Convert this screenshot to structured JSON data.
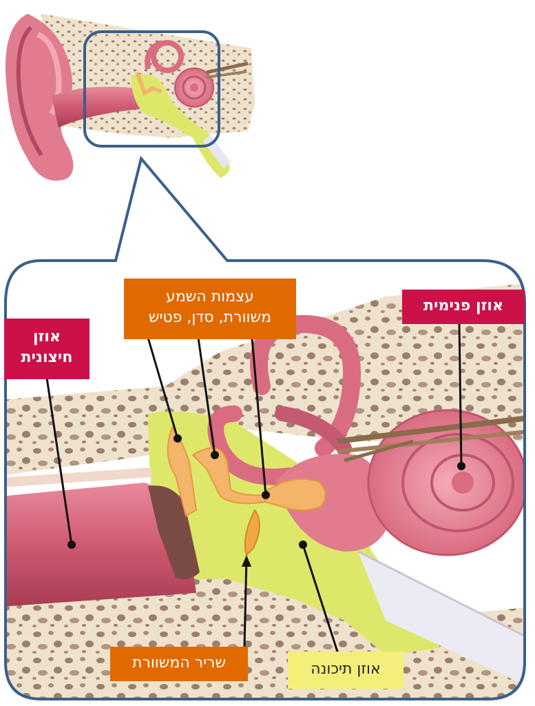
{
  "labels": {
    "outer_ear": {
      "line1": "אוזן",
      "line2": "חיצונית",
      "color": "#cc1148"
    },
    "inner_ear": {
      "text": "אוזן פנימית",
      "color": "#cc1148"
    },
    "ossicles": {
      "line1": "עצמות השמע",
      "line2": "משוורת,  סדן,  פטיש",
      "color": "#e06a00"
    },
    "stapedius": {
      "text": "שריר המשוורת",
      "color": "#e06a00"
    },
    "middle_ear": {
      "text": "אוזן תיכונה",
      "color": "#f4ef7a"
    }
  },
  "colors": {
    "frame": "#3a5f8c",
    "bone": "#efe2cc",
    "bone_spots": "#9a7f6d",
    "canal": "#cf5a72",
    "inner_ear": "#e07c8e",
    "middle_cavity": "#dde86a",
    "ossicle": "#f4b46a",
    "eardrum": "#7a4b45"
  }
}
